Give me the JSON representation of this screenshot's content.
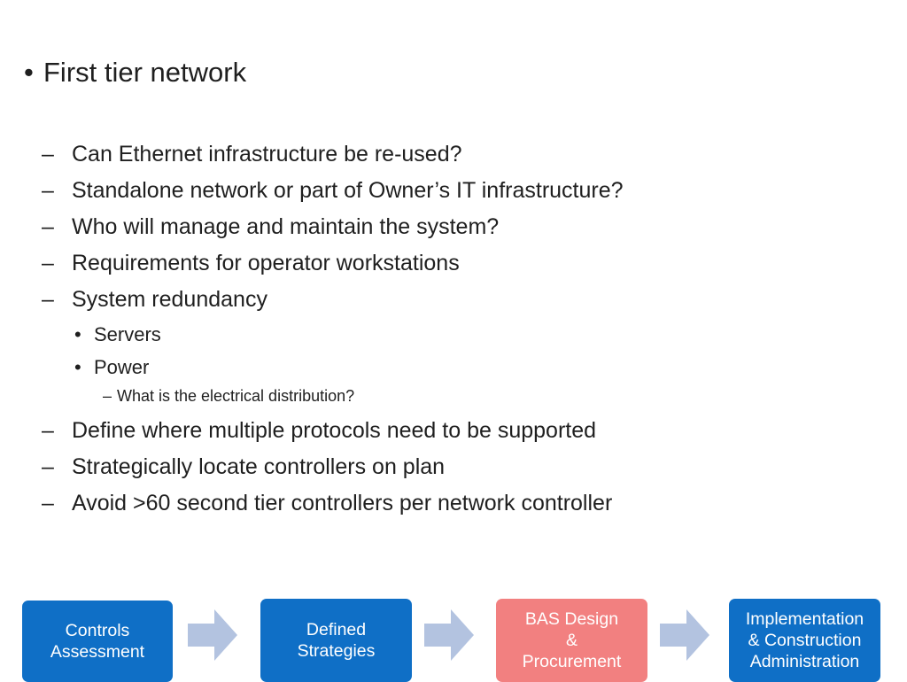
{
  "slide": {
    "title_bullet": {
      "marker": "•",
      "text": "First tier network"
    },
    "items": [
      {
        "level": 2,
        "marker": "–",
        "text": "Can Ethernet infrastructure be re-used?"
      },
      {
        "level": 2,
        "marker": "–",
        "text": "Standalone network or part of Owner’s IT infrastructure?"
      },
      {
        "level": 2,
        "marker": "–",
        "text": "Who will manage and maintain the system?"
      },
      {
        "level": 2,
        "marker": "–",
        "text": "Requirements for operator workstations"
      },
      {
        "level": 2,
        "marker": "–",
        "text": "System redundancy"
      },
      {
        "level": 3,
        "marker": "•",
        "text": "Servers"
      },
      {
        "level": 3,
        "marker": "•",
        "text": "Power"
      },
      {
        "level": 4,
        "marker": "–",
        "text": "What is the electrical distribution?"
      },
      {
        "level": 2,
        "marker": "–",
        "text": "Define where multiple protocols need to be supported"
      },
      {
        "level": 2,
        "marker": "–",
        "text": "Strategically locate controllers on plan"
      },
      {
        "level": 2,
        "marker": "–",
        "text": "Avoid >60 second tier controllers per network controller"
      }
    ]
  },
  "process": {
    "colors": {
      "step": "#0f6fc6",
      "active_step": "#f28080",
      "arrow": "#b3c3e0"
    },
    "steps": [
      {
        "lines": [
          "Controls",
          "Assessment"
        ],
        "active": false
      },
      {
        "lines": [
          "Defined",
          "Strategies"
        ],
        "active": false
      },
      {
        "lines": [
          "BAS Design",
          "&",
          "Procurement"
        ],
        "active": true
      },
      {
        "lines": [
          "Implementation",
          "& Construction",
          "Administration"
        ],
        "active": false
      }
    ]
  }
}
